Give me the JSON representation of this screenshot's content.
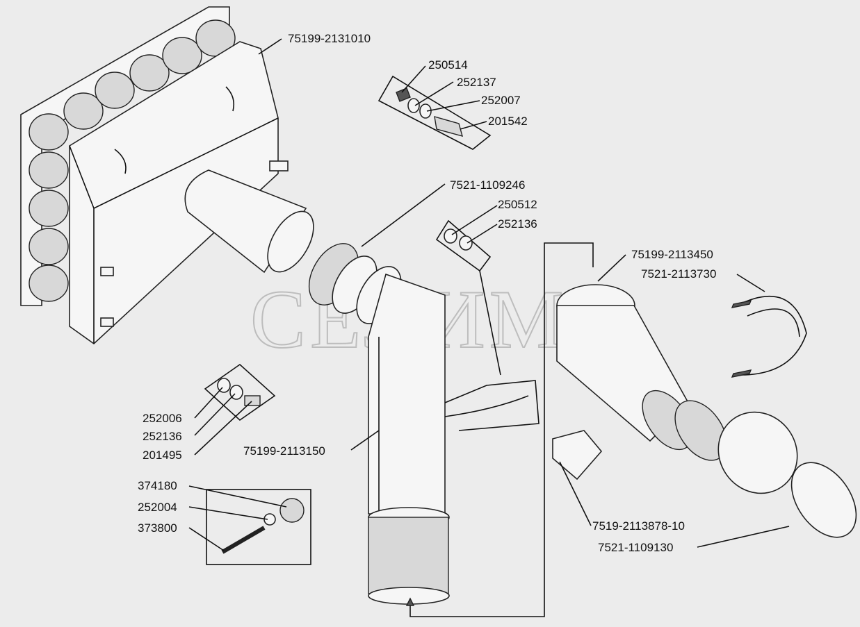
{
  "watermark": "СЕЛИМ",
  "labels": {
    "p_75199_2131010": "75199-2131010",
    "p_250514": "250514",
    "p_252137": "252137",
    "p_252007": "252007",
    "p_201542": "201542",
    "p_7521_1109246": "7521-1109246",
    "p_250512": "250512",
    "p_252136_top": "252136",
    "p_75199_2113450": "75199-2113450",
    "p_7521_2113730": "7521-2113730",
    "p_252006": "252006",
    "p_252136_left": "252136",
    "p_201495": "201495",
    "p_75199_2113150": "75199-2113150",
    "p_374180": "374180",
    "p_252004": "252004",
    "p_373800": "373800",
    "p_7519_2113878_10": "7519-2113878-10",
    "p_7521_1109130": "7521-1109130"
  }
}
